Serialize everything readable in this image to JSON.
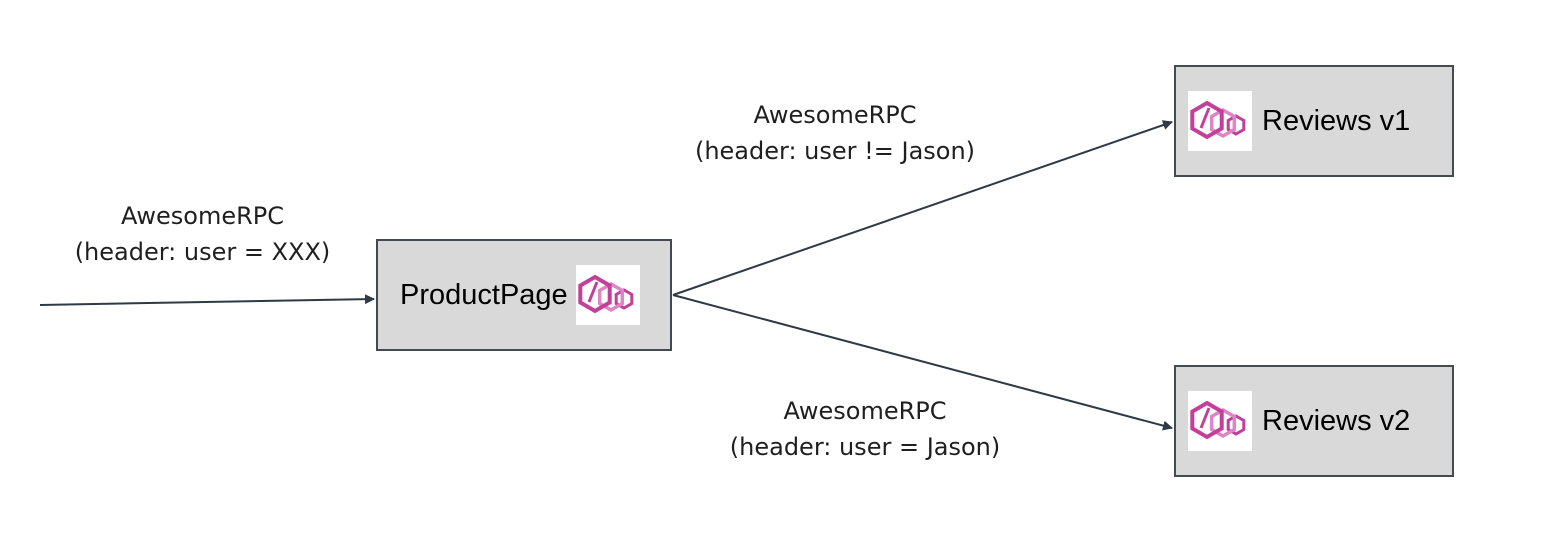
{
  "diagram": {
    "nodes": {
      "productpage": {
        "label": "ProductPage",
        "icon": "envoy-proxy-icon"
      },
      "reviews_v1": {
        "label": "Reviews v1",
        "icon": "envoy-proxy-icon"
      },
      "reviews_v2": {
        "label": "Reviews v2",
        "icon": "envoy-proxy-icon"
      }
    },
    "edges": {
      "incoming": {
        "line1": "AwesomeRPC",
        "line2": "(header: user = XXX)"
      },
      "to_v1": {
        "line1": "AwesomeRPC",
        "line2": "(header: user != Jason)"
      },
      "to_v2": {
        "line1": "AwesomeRPC",
        "line2": "(header: user = Jason)"
      }
    }
  },
  "colors": {
    "node_fill": "#d9d9d9",
    "node_border": "#434a52",
    "arrow": "#2e3a45",
    "icon_dark": "#c2409a",
    "icon_light": "#dd85c6"
  }
}
